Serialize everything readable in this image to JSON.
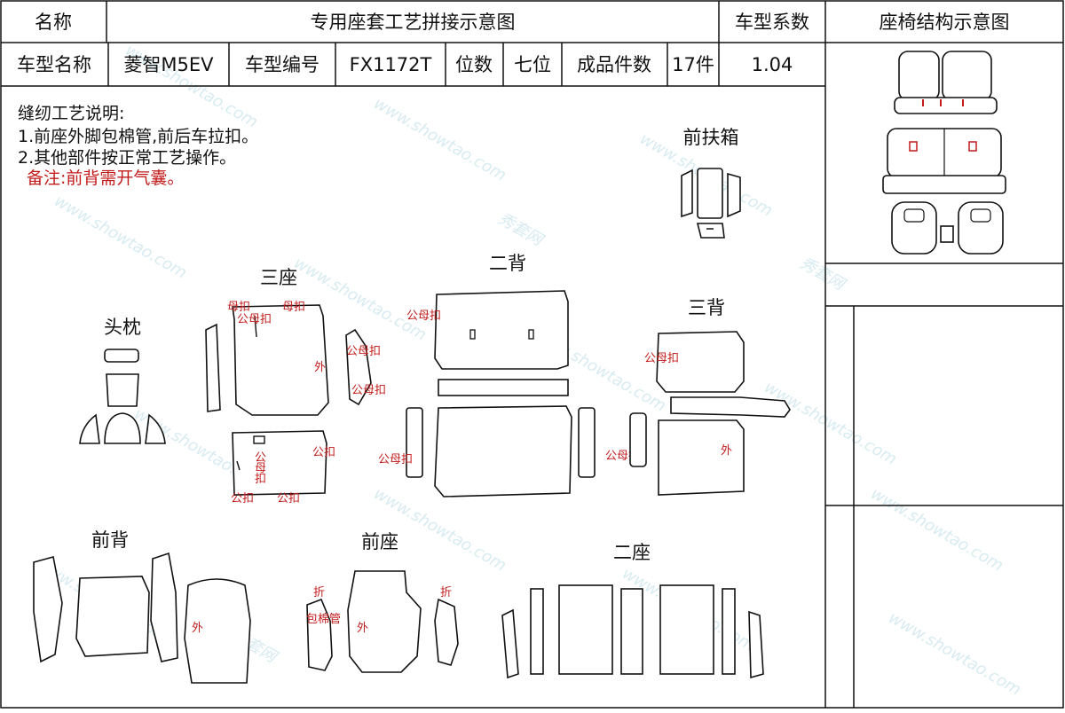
{
  "header": {
    "name_label": "名称",
    "title": "专用座套工艺拼接示意图",
    "coef_label": "车型系数",
    "structure_label": "座椅结构示意图"
  },
  "info": {
    "model_name_label": "车型名称",
    "model_name": "菱智M5EV",
    "model_code_label": "车型编号",
    "model_code": "FX1172T",
    "seats_label": "位数",
    "seats": "七位",
    "pieces_label": "成品件数",
    "pieces": "17件",
    "coef": "1.04"
  },
  "notes": {
    "title": "缝纫工艺说明:",
    "line1": "1.前座外脚包棉管,前后车拉扣。",
    "line2": "2.其他部件按正常工艺操作。",
    "remark": "备注:前背需开气囊。"
  },
  "sections": {
    "front_armrest": "前扶箱",
    "headrest": "头枕",
    "third_seat": "三座",
    "second_back": "二背",
    "third_back": "三背",
    "front_back": "前背",
    "front_seat": "前座",
    "second_seat": "二座"
  },
  "labels": {
    "female": "母扣",
    "male_female": "公母扣",
    "male": "公扣",
    "outer": "外",
    "fold": "折",
    "wrap_tube": "包棉管",
    "v_gong": "公",
    "v_mu": "母",
    "v_kou": "扣"
  },
  "watermark": {
    "site": "www.showtao.com",
    "brand": "秀套网"
  },
  "colors": {
    "line": "#111111",
    "label_red": "#c21b1b"
  }
}
